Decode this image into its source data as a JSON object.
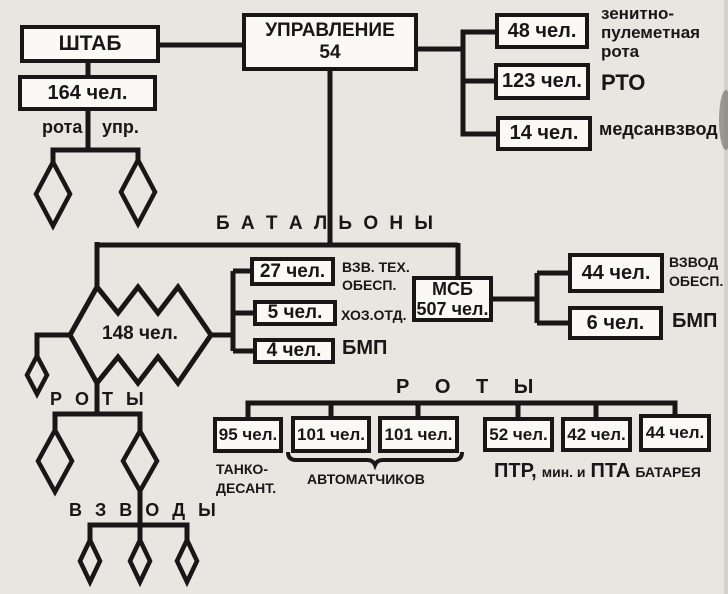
{
  "colors": {
    "bg": "#e8e6e1",
    "ink": "#171717",
    "box_bg": "#faf9f5"
  },
  "headquarters": {
    "staff": "ШТАБ",
    "command": "УПРАВЛЕНИЕ",
    "command_number": "54",
    "staff_strength": "164 чел.",
    "company_label_left": "рота",
    "company_label_right": "упр."
  },
  "direct_units": [
    {
      "strength": "48 чел.",
      "name": "зенитно-\nпулеметная\nрота"
    },
    {
      "strength": "123 чел.",
      "name": "РТО"
    },
    {
      "strength": "14 чел.",
      "name": "медсанвзвод"
    }
  ],
  "battalions": {
    "heading": "Б А Т А Л Ь О Н Ы",
    "tank_battalion_strength": "148 чел.",
    "support_units": [
      {
        "strength": "27 чел.",
        "name": "ВЗВ. ТЕХ.\nОБЕСП."
      },
      {
        "strength": "5 чел.",
        "name": "ХОЗ.ОТД."
      },
      {
        "strength": "4 чел.",
        "name": "БМП"
      }
    ],
    "msb": {
      "name": "МСБ",
      "strength": "507 чел."
    },
    "msb_support_units": [
      {
        "strength": "44 чел.",
        "name": "ВЗВОД\nОБЕСП."
      },
      {
        "strength": "6 чел.",
        "name": "БМП"
      }
    ]
  },
  "companies": {
    "heading_left": "Р О Т Ы",
    "heading_right": "Р О Т Ы",
    "platoons_heading": "В З В О Д Ы",
    "units": [
      {
        "strength": "95 чел."
      },
      {
        "strength": "101 чел."
      },
      {
        "strength": "101 чел."
      },
      {
        "strength": "52 чел."
      },
      {
        "strength": "42 чел."
      },
      {
        "strength": "44 чел."
      }
    ],
    "labels": {
      "tank_landing": "ТАНКО-\nДЕСАНТ.",
      "submachine_gunners": "АВТОМАТЧИКОВ",
      "ptr_part1": "ПТР,",
      "ptr_part2": "мин. и",
      "ptr_part3": "ПТА",
      "ptr_part4": "БАТАРЕЯ"
    }
  }
}
